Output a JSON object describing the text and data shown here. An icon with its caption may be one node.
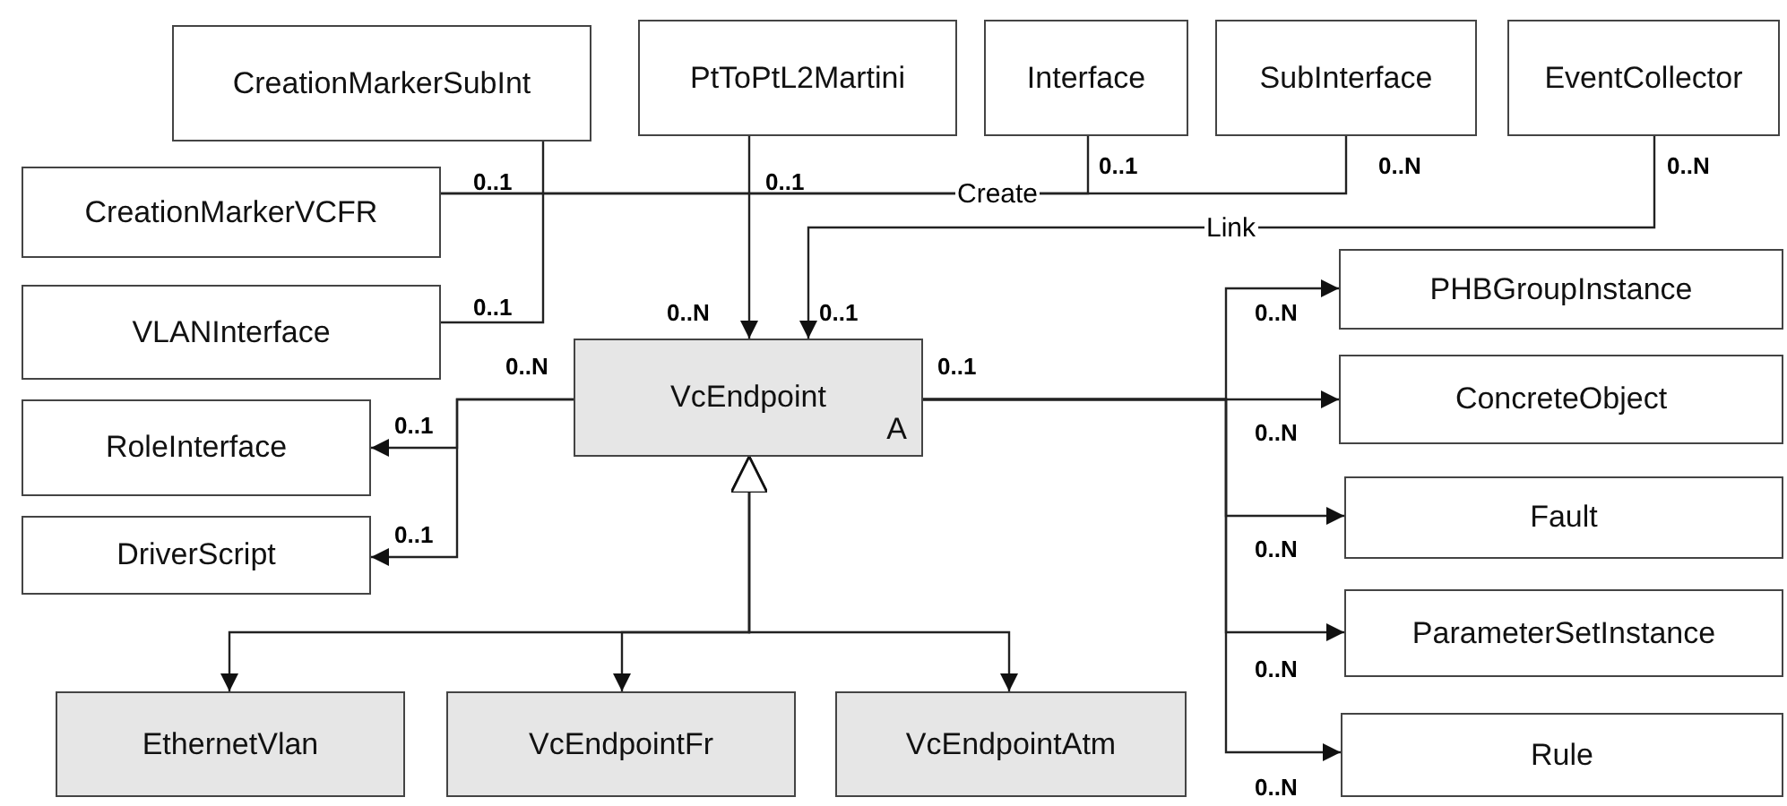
{
  "diagram": {
    "nodes": [
      {
        "text": [
          "CreationMarkerSubInt"
        ]
      },
      {
        "text": [
          "PtToPtL2Martini"
        ]
      },
      {
        "text": [
          "Interface"
        ]
      },
      {
        "text": [
          "SubInterface"
        ]
      },
      {
        "text": [
          "EventCollector"
        ]
      },
      {
        "text": [
          "CreationMarkerVCFR"
        ]
      },
      {
        "text": [
          "VLANInterface"
        ]
      },
      {
        "text": [
          "VcEndpoint",
          "A"
        ]
      },
      {
        "text": [
          "RoleInterface"
        ]
      },
      {
        "text": [
          "DriverScript"
        ]
      },
      {
        "text": [
          "PHBGroupInstance"
        ]
      },
      {
        "text": [
          "ConcreteObject"
        ]
      },
      {
        "text": [
          "Fault"
        ]
      },
      {
        "text": [
          "ParameterSetInstance"
        ]
      },
      {
        "text": [
          "Rule"
        ]
      },
      {
        "text": [
          "EthernetVlan"
        ]
      },
      {
        "text": [
          "VcEndpointFr"
        ]
      },
      {
        "text": [
          "VcEndpointAtm"
        ]
      }
    ],
    "edges": [
      {
        "from": 5,
        "to": 2,
        "arrow": "none",
        "label": "Create"
      },
      {
        "from": 5,
        "to": 3,
        "arrow": "none"
      },
      {
        "from": 0,
        "to": 6,
        "arrow": "none"
      },
      {
        "from": 1,
        "to": 7,
        "arrow": "to"
      },
      {
        "from": 4,
        "to": 7,
        "arrow": "to",
        "label": "Link"
      },
      {
        "from": 7,
        "to": 8,
        "arrow": "to"
      },
      {
        "from": 7,
        "to": 9,
        "arrow": "to"
      },
      {
        "from": 7,
        "to": 11,
        "arrow": "to"
      },
      {
        "from": 7,
        "to": 10,
        "arrow": "to"
      },
      {
        "from": 7,
        "to": 12,
        "arrow": "to"
      },
      {
        "from": 7,
        "to": 13,
        "arrow": "to"
      },
      {
        "from": 7,
        "to": 14,
        "arrow": "to"
      },
      {
        "from": 7,
        "to": 15,
        "arrow": "both"
      },
      {
        "from": 7,
        "to": 16,
        "arrow": "both"
      },
      {
        "from": 7,
        "to": 17,
        "arrow": "both"
      }
    ],
    "labels": [
      "0..1",
      "0..1",
      "0..1",
      "0..N",
      "0..N",
      "0..1",
      "0..N",
      "0..1",
      "0..N",
      "0..N",
      "0..1",
      "0..1",
      "0..N",
      "0..1",
      "0..N",
      "0..N",
      "0..N"
    ]
  }
}
